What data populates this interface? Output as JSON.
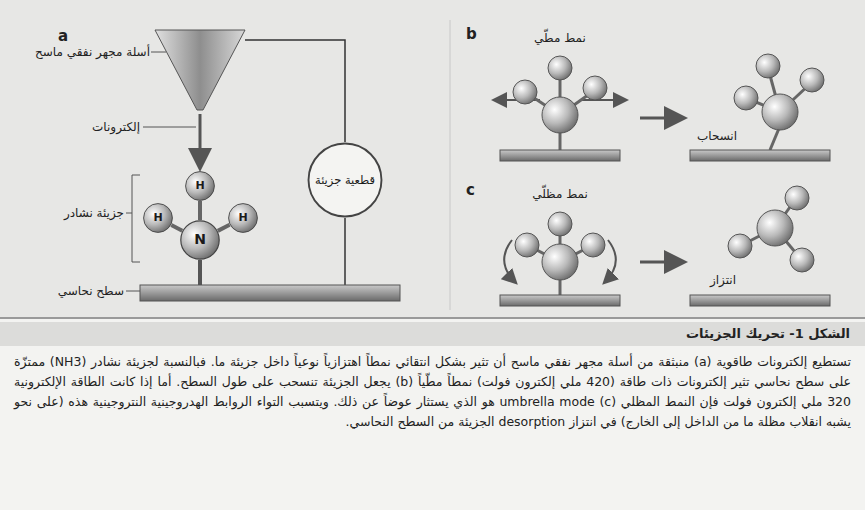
{
  "diagram": {
    "title": "الشكل 1- تحريك الجزيئات",
    "caption": "تستطيع إلكترونات طاقوية (a) منبثقة من أسلة مجهر نفقي ماسح أن تثير بشكل انتقائي نمطاً اهتزازياً نوعياً داخل جزيئة ما. فبالنسبة لجزيئة نشادر (NH3) ممتزّة على سطح نحاسي تثير إلكترونات ذات طاقة (420 ملي إلكترون فولت) نمطاً مطّياً (b) يجعل الجزيئة تنسحب على طول السطح. أما إذا كانت الطاقة الإلكترونية 320 ملي إلكترون فولت فإن النمط المظلي umbrella mode (c) هو الذي يستثار عوضاً عن ذلك. ويتسبب التواء الروابط الهدروجينية النتروجينية هذه (على نحو يشبه انقلاب مظلة ما من الداخل إلى الخارج) في انتزاز desorption الجزيئة من السطح النحاسي.",
    "nodes": [
      {
        "text": [
          "قطعية جزيئة"
        ]
      },
      {
        "text": [
          "N"
        ]
      },
      {
        "text": [
          "H"
        ]
      },
      {
        "text": [
          "H"
        ]
      },
      {
        "text": [
          "H"
        ]
      }
    ],
    "edges": [
      {
        "from": 1,
        "to": 2,
        "arrow": "none"
      },
      {
        "from": 1,
        "to": 3,
        "arrow": "none"
      },
      {
        "from": 1,
        "to": 4,
        "arrow": "none"
      }
    ],
    "labels": [
      "a",
      "أسلة مجهر نفقي ماسح",
      "إلكترونات",
      "جزيئة نشادر",
      "سطح نحاسي",
      "b",
      "نمط مطّي",
      "انسحاب",
      "c",
      "نمط مظلّي",
      "انتزاز"
    ]
  }
}
